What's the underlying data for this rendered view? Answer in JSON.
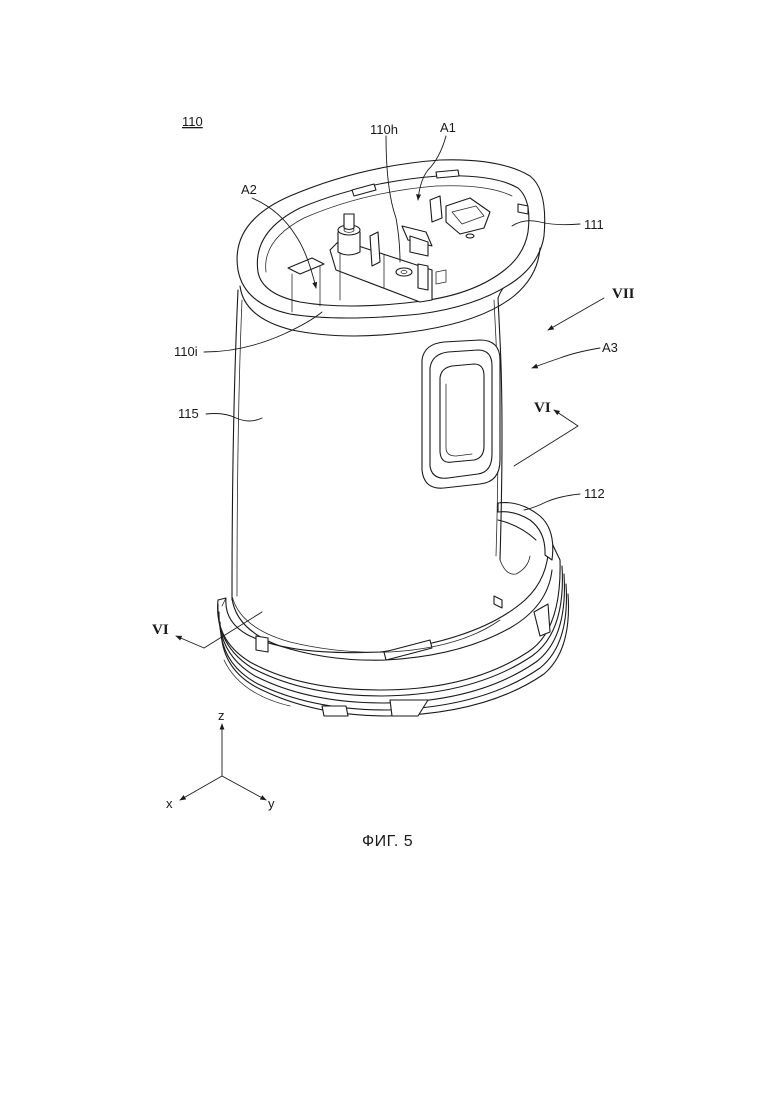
{
  "figure": {
    "caption": "ФИГ. 5",
    "reference_numeral": "110"
  },
  "labels": {
    "l110h": "110h",
    "lA1": "A1",
    "lA2": "A2",
    "l111": "111",
    "lVII": "VII",
    "lA3": "A3",
    "l110i": "110i",
    "l115": "115",
    "lVI_right": "VI",
    "l112": "112",
    "lVI_left": "VI"
  },
  "axes": {
    "z": "z",
    "x": "x",
    "y": "y"
  }
}
